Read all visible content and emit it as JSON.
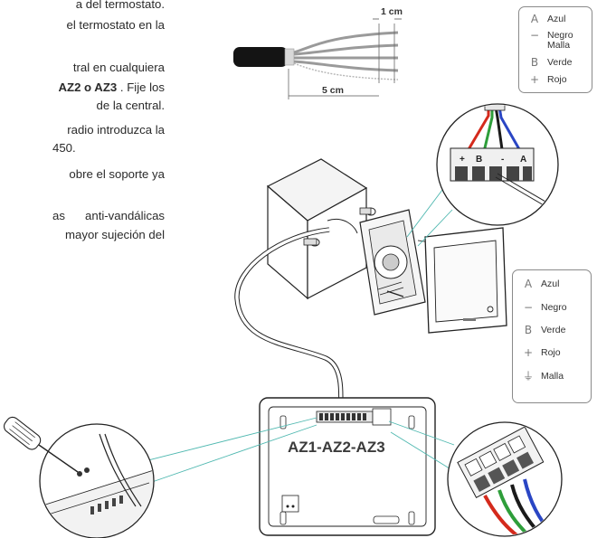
{
  "instructions": {
    "line1": "a del termostato.",
    "line2": "el termostato en la",
    "line3": "tral en cualquiera",
    "line4_bold": "AZ2 o AZ3",
    "line4_rest": ". Fije los",
    "line5": "de la central.",
    "line6": "radio introduzca la",
    "line7": "450.",
    "line8": "obre el soporte ya",
    "line9_a": "as",
    "line9_b": "anti-vandálicas",
    "line10": "mayor sujeción del"
  },
  "cable": {
    "dim_short": "1 cm",
    "dim_long": "5 cm"
  },
  "legend_top": {
    "items": [
      {
        "icon": "A",
        "label": "Azul"
      },
      {
        "icon": "−",
        "label": "Negro"
      },
      {
        "icon": "",
        "label": "Malla"
      },
      {
        "icon": "B",
        "label": "Verde"
      },
      {
        "icon": "+",
        "label": "Rojo"
      }
    ]
  },
  "legend_bottom": {
    "items": [
      {
        "icon": "A",
        "label": "Azul"
      },
      {
        "icon": "−",
        "label": "Negro"
      },
      {
        "icon": "B",
        "label": "Verde"
      },
      {
        "icon": "+",
        "label": "Rojo"
      },
      {
        "icon": "⏚",
        "label": "Malla"
      }
    ]
  },
  "terminal": {
    "labels": [
      "+",
      "B",
      "-",
      "A"
    ]
  },
  "central": {
    "label": "AZ1-AZ2-AZ3"
  },
  "colors": {
    "red": "#d42a1c",
    "green": "#2e9e3a",
    "blue": "#2a46c4",
    "black": "#1a1a1a",
    "accent_line": "#4fb8b0"
  }
}
